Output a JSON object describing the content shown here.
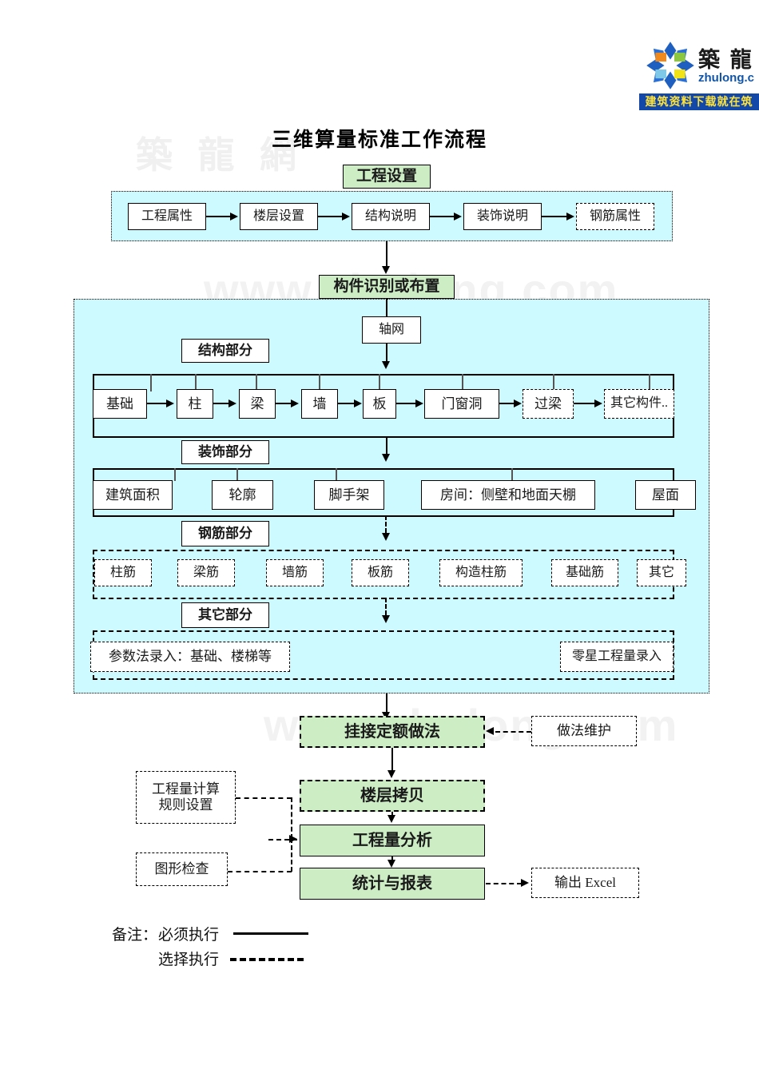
{
  "page": {
    "title": "三维算量标准工作流程",
    "watermark_cn": "築 龍 網",
    "watermark_url": "www.zhulong.com"
  },
  "logo": {
    "name": "zhulong-logo",
    "brand_cn": "築 龍",
    "brand_en": "zhulong.c",
    "banner": "建筑资料下载就在筑",
    "banner_color": "#1348a8",
    "banner_text_color": "#ffe23a"
  },
  "colors": {
    "panel_fill": "#ccfaff",
    "stage_fill": "#cdedc5",
    "line": "#000000"
  },
  "stage1": {
    "header": "工程设置",
    "steps": [
      {
        "label": "工程属性",
        "style": "solid"
      },
      {
        "label": "楼层设置",
        "style": "solid"
      },
      {
        "label": "结构说明",
        "style": "solid"
      },
      {
        "label": "装饰说明",
        "style": "solid"
      },
      {
        "label": "钢筋属性",
        "style": "dashed"
      }
    ]
  },
  "stage2": {
    "header": "构件识别或布置",
    "axis_node": "轴网",
    "groups": [
      {
        "title": "结构部分",
        "items": [
          {
            "label": "基础",
            "style": "solid"
          },
          {
            "label": "柱",
            "style": "solid"
          },
          {
            "label": "梁",
            "style": "solid"
          },
          {
            "label": "墙",
            "style": "solid"
          },
          {
            "label": "板",
            "style": "solid"
          },
          {
            "label": "门窗洞",
            "style": "solid"
          },
          {
            "label": "过梁",
            "style": "dashed"
          },
          {
            "label": "其它构件..",
            "style": "dashed"
          }
        ]
      },
      {
        "title": "装饰部分",
        "items": [
          {
            "label": "建筑面积",
            "style": "solid"
          },
          {
            "label": "轮廓",
            "style": "solid"
          },
          {
            "label": "脚手架",
            "style": "solid"
          },
          {
            "label": "房间：侧壁和地面天棚",
            "style": "solid"
          },
          {
            "label": "屋面",
            "style": "solid"
          }
        ]
      },
      {
        "title": "钢筋部分",
        "items": [
          {
            "label": "柱筋",
            "style": "dashed"
          },
          {
            "label": "梁筋",
            "style": "dashed"
          },
          {
            "label": "墙筋",
            "style": "dashed"
          },
          {
            "label": "板筋",
            "style": "dashed"
          },
          {
            "label": "构造柱筋",
            "style": "dashed"
          },
          {
            "label": "基础筋",
            "style": "dashed"
          },
          {
            "label": "其它",
            "style": "dashed"
          }
        ]
      },
      {
        "title": "其它部分",
        "items": [
          {
            "label": "参数法录入：基础、楼梯等",
            "style": "dashed"
          },
          {
            "label": "零星工程量录入",
            "style": "dashed"
          }
        ]
      }
    ]
  },
  "stage3": {
    "steps": [
      {
        "label": "挂接定额做法",
        "style": "greendash"
      },
      {
        "label": "楼层拷贝",
        "style": "greendash"
      },
      {
        "label": "工程量分析",
        "style": "green"
      },
      {
        "label": "统计与报表",
        "style": "green"
      }
    ],
    "side_right": [
      {
        "label": "做法维护",
        "style": "dashed"
      },
      {
        "label": "输出 Excel",
        "style": "dashed"
      }
    ],
    "side_left": [
      {
        "label": "工程量计算\n规则设置",
        "line1": "工程量计算",
        "line2": "规则设置",
        "style": "dashed"
      },
      {
        "label": "图形检查",
        "style": "dashed"
      }
    ]
  },
  "legend": {
    "prefix": "备注：",
    "row1": "必须执行",
    "row2": "选择执行"
  }
}
